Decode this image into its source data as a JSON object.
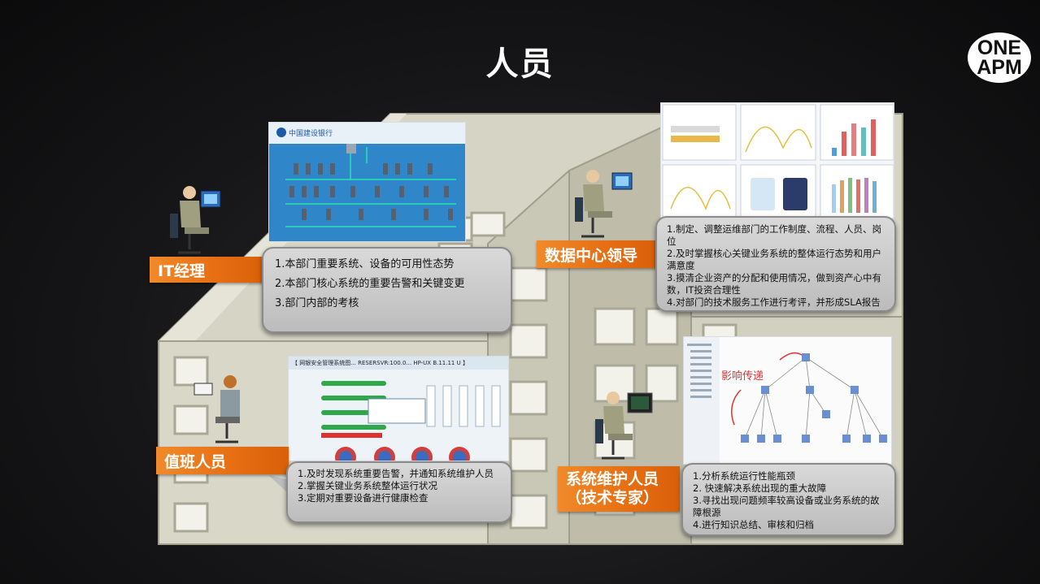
{
  "title": "人员",
  "logo": {
    "line1": "ONE",
    "line2": "APM"
  },
  "roles": {
    "it_manager": {
      "label": "IT经理",
      "items": [
        "1.本部门重要系统、设备的可用性态势",
        "2.本部门核心系统的重要告警和关键变更",
        "3.部门内部的考核"
      ]
    },
    "dc_leader": {
      "label": "数据中心领导",
      "items": [
        "1.制定、调整运维部门的工作制度、流程、人员、岗位",
        "2.及时掌握核心关键业务系统的整体运行态势和用户满意度",
        "3.摸清企业资产的分配和使用情况，做到资产心中有数，IT投资合理性",
        "4.对部门的技术服务工作进行考评，并形成SLA报告"
      ]
    },
    "duty_staff": {
      "label": "值班人员",
      "items": [
        "1.及时发现系统重要告警，并通知系统维护人员",
        "2.掌握关键业务系统整体运行状况",
        "3.定期对重要设备进行健康检查"
      ]
    },
    "maintainer": {
      "label_line1": "系统维护人员",
      "label_line2": "（技术专家）",
      "items": [
        "1.分析系统运行性能瓶颈",
        "2. 快速解决系统出现的重大故障",
        "3.寻找出现问题频率较高设备或业务系统的故障根源",
        "4.进行知识总结、审核和归档"
      ]
    }
  },
  "screens": {
    "topology_bank": "中国建设银行",
    "impact_label": "影响传递",
    "duty_header": "【 网银安全管理系统图... RESERSVR:100.0... HP-UX B.11.11 U 】"
  },
  "colors": {
    "accent": "#e66d12",
    "building": "#d6d4c6",
    "bubble": "#c8c8c8"
  }
}
